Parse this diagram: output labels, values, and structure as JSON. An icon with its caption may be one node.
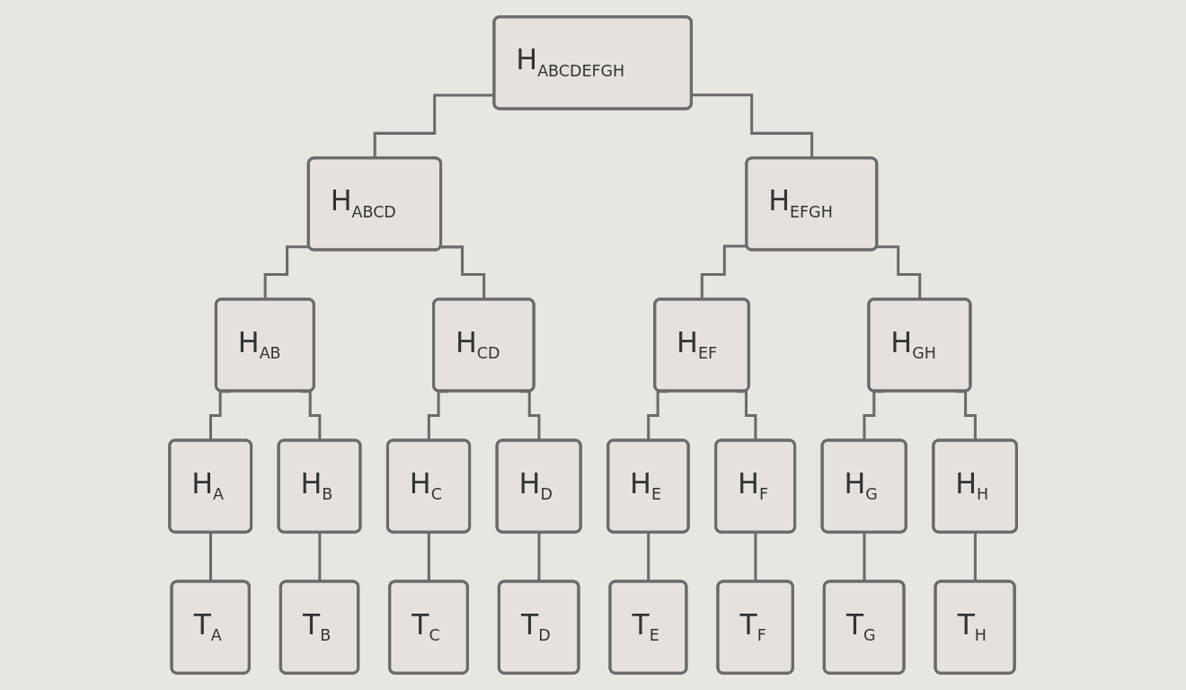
{
  "diagram": {
    "nodes": [
      {
        "text": [
          "H$_{ABCDEFGH}$"
        ]
      },
      {
        "text": [
          "H$_{ABCD}$"
        ]
      },
      {
        "text": [
          "H$_{EFGH}$"
        ]
      },
      {
        "text": [
          "H$_{AB}$"
        ]
      },
      {
        "text": [
          "H$_{CD}$"
        ]
      },
      {
        "text": [
          "H$_{EF}$"
        ]
      },
      {
        "text": [
          "H$_{GH}$"
        ]
      },
      {
        "text": [
          "H$_{A}$"
        ]
      },
      {
        "text": [
          "H$_{B}$"
        ]
      },
      {
        "text": [
          "H$_{C}$"
        ]
      },
      {
        "text": [
          "H$_{D}$"
        ]
      },
      {
        "text": [
          "H$_{E}$"
        ]
      },
      {
        "text": [
          "H$_{F}$"
        ]
      },
      {
        "text": [
          "H$_{G}$"
        ]
      },
      {
        "text": [
          "H$_{H}$"
        ]
      },
      {
        "text": [
          "T$_{A}$"
        ]
      },
      {
        "text": [
          "T$_{B}$"
        ]
      },
      {
        "text": [
          "T$_{C}$"
        ]
      },
      {
        "text": [
          "T$_{D}$"
        ]
      },
      {
        "text": [
          "T$_{E}$"
        ]
      },
      {
        "text": [
          "T$_{F}$"
        ]
      },
      {
        "text": [
          "T$_{G}$"
        ]
      },
      {
        "text": [
          "T$_{H}$"
        ]
      }
    ],
    "edges": [
      {
        "from": 0,
        "to": 1,
        "arrow": "none"
      },
      {
        "from": 0,
        "to": 2,
        "arrow": "none"
      },
      {
        "from": 1,
        "to": 3,
        "arrow": "none"
      },
      {
        "from": 1,
        "to": 4,
        "arrow": "none"
      },
      {
        "from": 2,
        "to": 5,
        "arrow": "none"
      },
      {
        "from": 2,
        "to": 6,
        "arrow": "none"
      },
      {
        "from": 3,
        "to": 7,
        "arrow": "none"
      },
      {
        "from": 3,
        "to": 8,
        "arrow": "none"
      },
      {
        "from": 4,
        "to": 9,
        "arrow": "none"
      },
      {
        "from": 4,
        "to": 10,
        "arrow": "none"
      },
      {
        "from": 5,
        "to": 11,
        "arrow": "none"
      },
      {
        "from": 5,
        "to": 12,
        "arrow": "none"
      },
      {
        "from": 6,
        "to": 13,
        "arrow": "none"
      },
      {
        "from": 6,
        "to": 14,
        "arrow": "none"
      },
      {
        "from": 7,
        "to": 15,
        "arrow": "none"
      },
      {
        "from": 8,
        "to": 16,
        "arrow": "none"
      },
      {
        "from": 9,
        "to": 17,
        "arrow": "none"
      },
      {
        "from": 10,
        "to": 18,
        "arrow": "none"
      },
      {
        "from": 11,
        "to": 19,
        "arrow": "none"
      },
      {
        "from": 12,
        "to": 20,
        "arrow": "none"
      },
      {
        "from": 13,
        "to": 21,
        "arrow": "none"
      },
      {
        "from": 14,
        "to": 22,
        "arrow": "none"
      }
    ]
  }
}
